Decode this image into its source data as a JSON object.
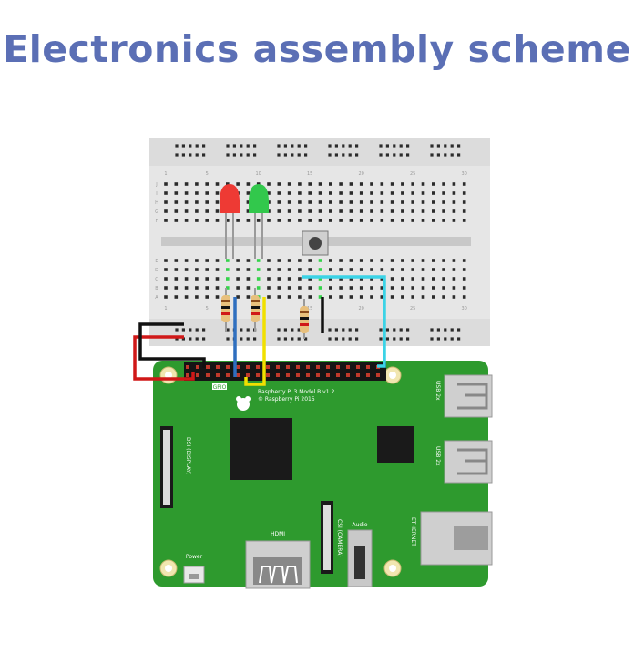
{
  "title": "Electronics assembly scheme",
  "colors": {
    "title": "#5b6fb5",
    "board": "#2e9a2e",
    "breadboard": "#e6e6e6",
    "hole": "#2b2b2b",
    "hole_active": "#34d34a",
    "wire_blue": "#2f6fbf",
    "wire_yellow": "#f1e000",
    "wire_cyan": "#3cd3e6",
    "wire_red": "#d01818",
    "wire_black": "#111111",
    "led_red": "#ee3a34",
    "led_green": "#32c84c"
  },
  "breadboard": {
    "column_numbers": [
      "1",
      "5",
      "10",
      "15",
      "20",
      "25",
      "30"
    ],
    "row_letters": [
      "A",
      "B",
      "C",
      "D",
      "E",
      "F",
      "G",
      "H",
      "I",
      "J"
    ]
  },
  "pi": {
    "model": "Raspberry Pi 3 Model B v1.2",
    "copyright": "© Raspberry Pi 2015",
    "gpio": "GPIO",
    "dsi": "DSI (DISPLAY)",
    "csi": "CSI (CAMERA)",
    "hdmi": "HDMI",
    "audio": "Audio",
    "power": "Power",
    "usb_top": "USB 2x",
    "usb_bottom": "USB 2x",
    "ethernet": "ETHERNET"
  }
}
